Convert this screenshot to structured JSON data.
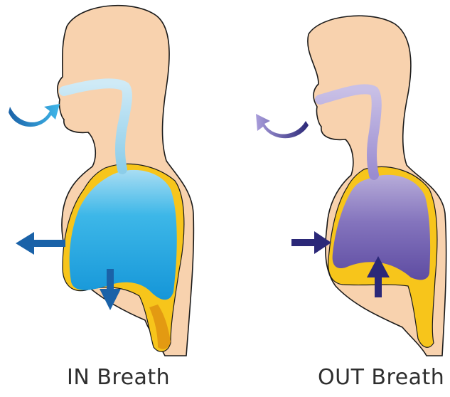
{
  "diagram": {
    "panels": [
      {
        "id": "in",
        "caption": "IN Breath",
        "lung_color": "#1ea6e0",
        "arrow_color": "#1a62a8"
      },
      {
        "id": "out",
        "caption": "OUT Breath",
        "lung_color": "#6e5cad",
        "arrow_color": "#2b2878"
      }
    ],
    "colors": {
      "skin": "#f8d2ae",
      "outline": "#1a1a1a",
      "pleura": "#f7c51b",
      "diaphragm_dark": "#e39a12",
      "airway_in": "#a9d9f0",
      "airway_out": "#b4a9d8"
    }
  }
}
